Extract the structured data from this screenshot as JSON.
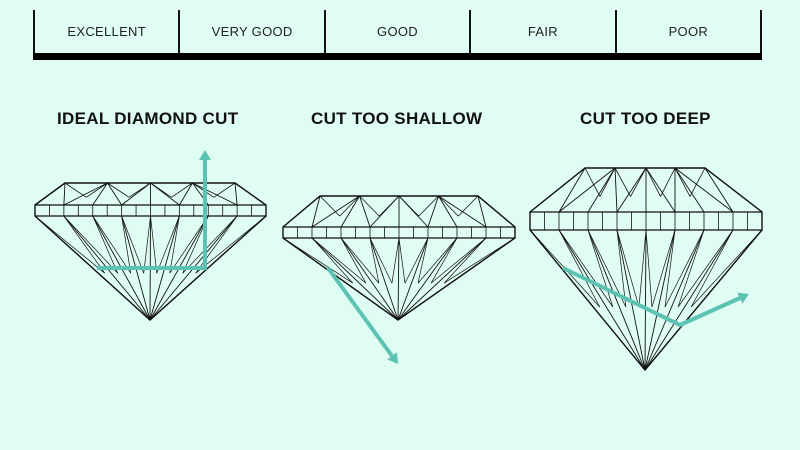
{
  "scale": [
    "EXCELLENT",
    "VERY GOOD",
    "GOOD",
    "FAIR",
    "POOR"
  ],
  "diagrams": [
    {
      "title": "IDEAL DIAMOND CUT"
    },
    {
      "title": "CUT TOO SHALLOW"
    },
    {
      "title": "CUT TOO DEEP"
    }
  ],
  "colors": {
    "background": "#dffdf3",
    "light_path": "#5cc3b3",
    "outline": "#111111"
  }
}
